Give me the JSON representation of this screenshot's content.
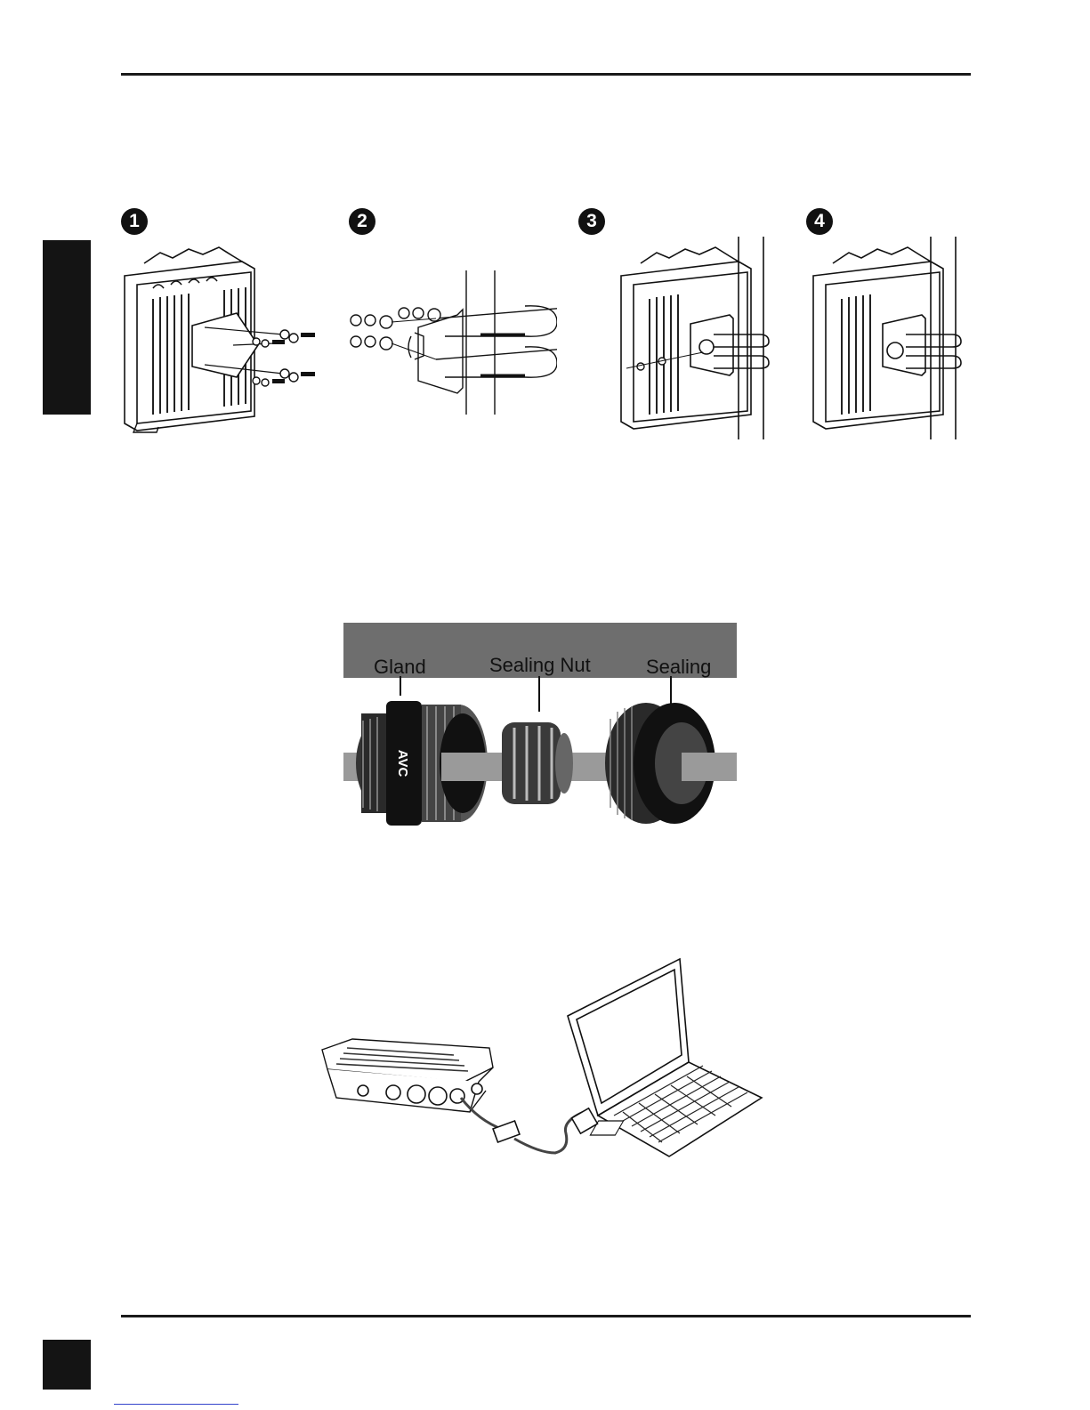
{
  "steps": [
    "1",
    "2",
    "3",
    "4"
  ],
  "gland": {
    "labels": {
      "gland": "Gland",
      "sealing_nut": "Sealing Nut",
      "sealing": "Sealing"
    },
    "imprint": "AVC"
  },
  "colors": {
    "ink": "#111111",
    "banner": "#6e6e6e",
    "cable": "#9a9a9a",
    "tab": "#141414"
  },
  "icons": [
    "side-tab-icon",
    "page-number-box-icon"
  ]
}
